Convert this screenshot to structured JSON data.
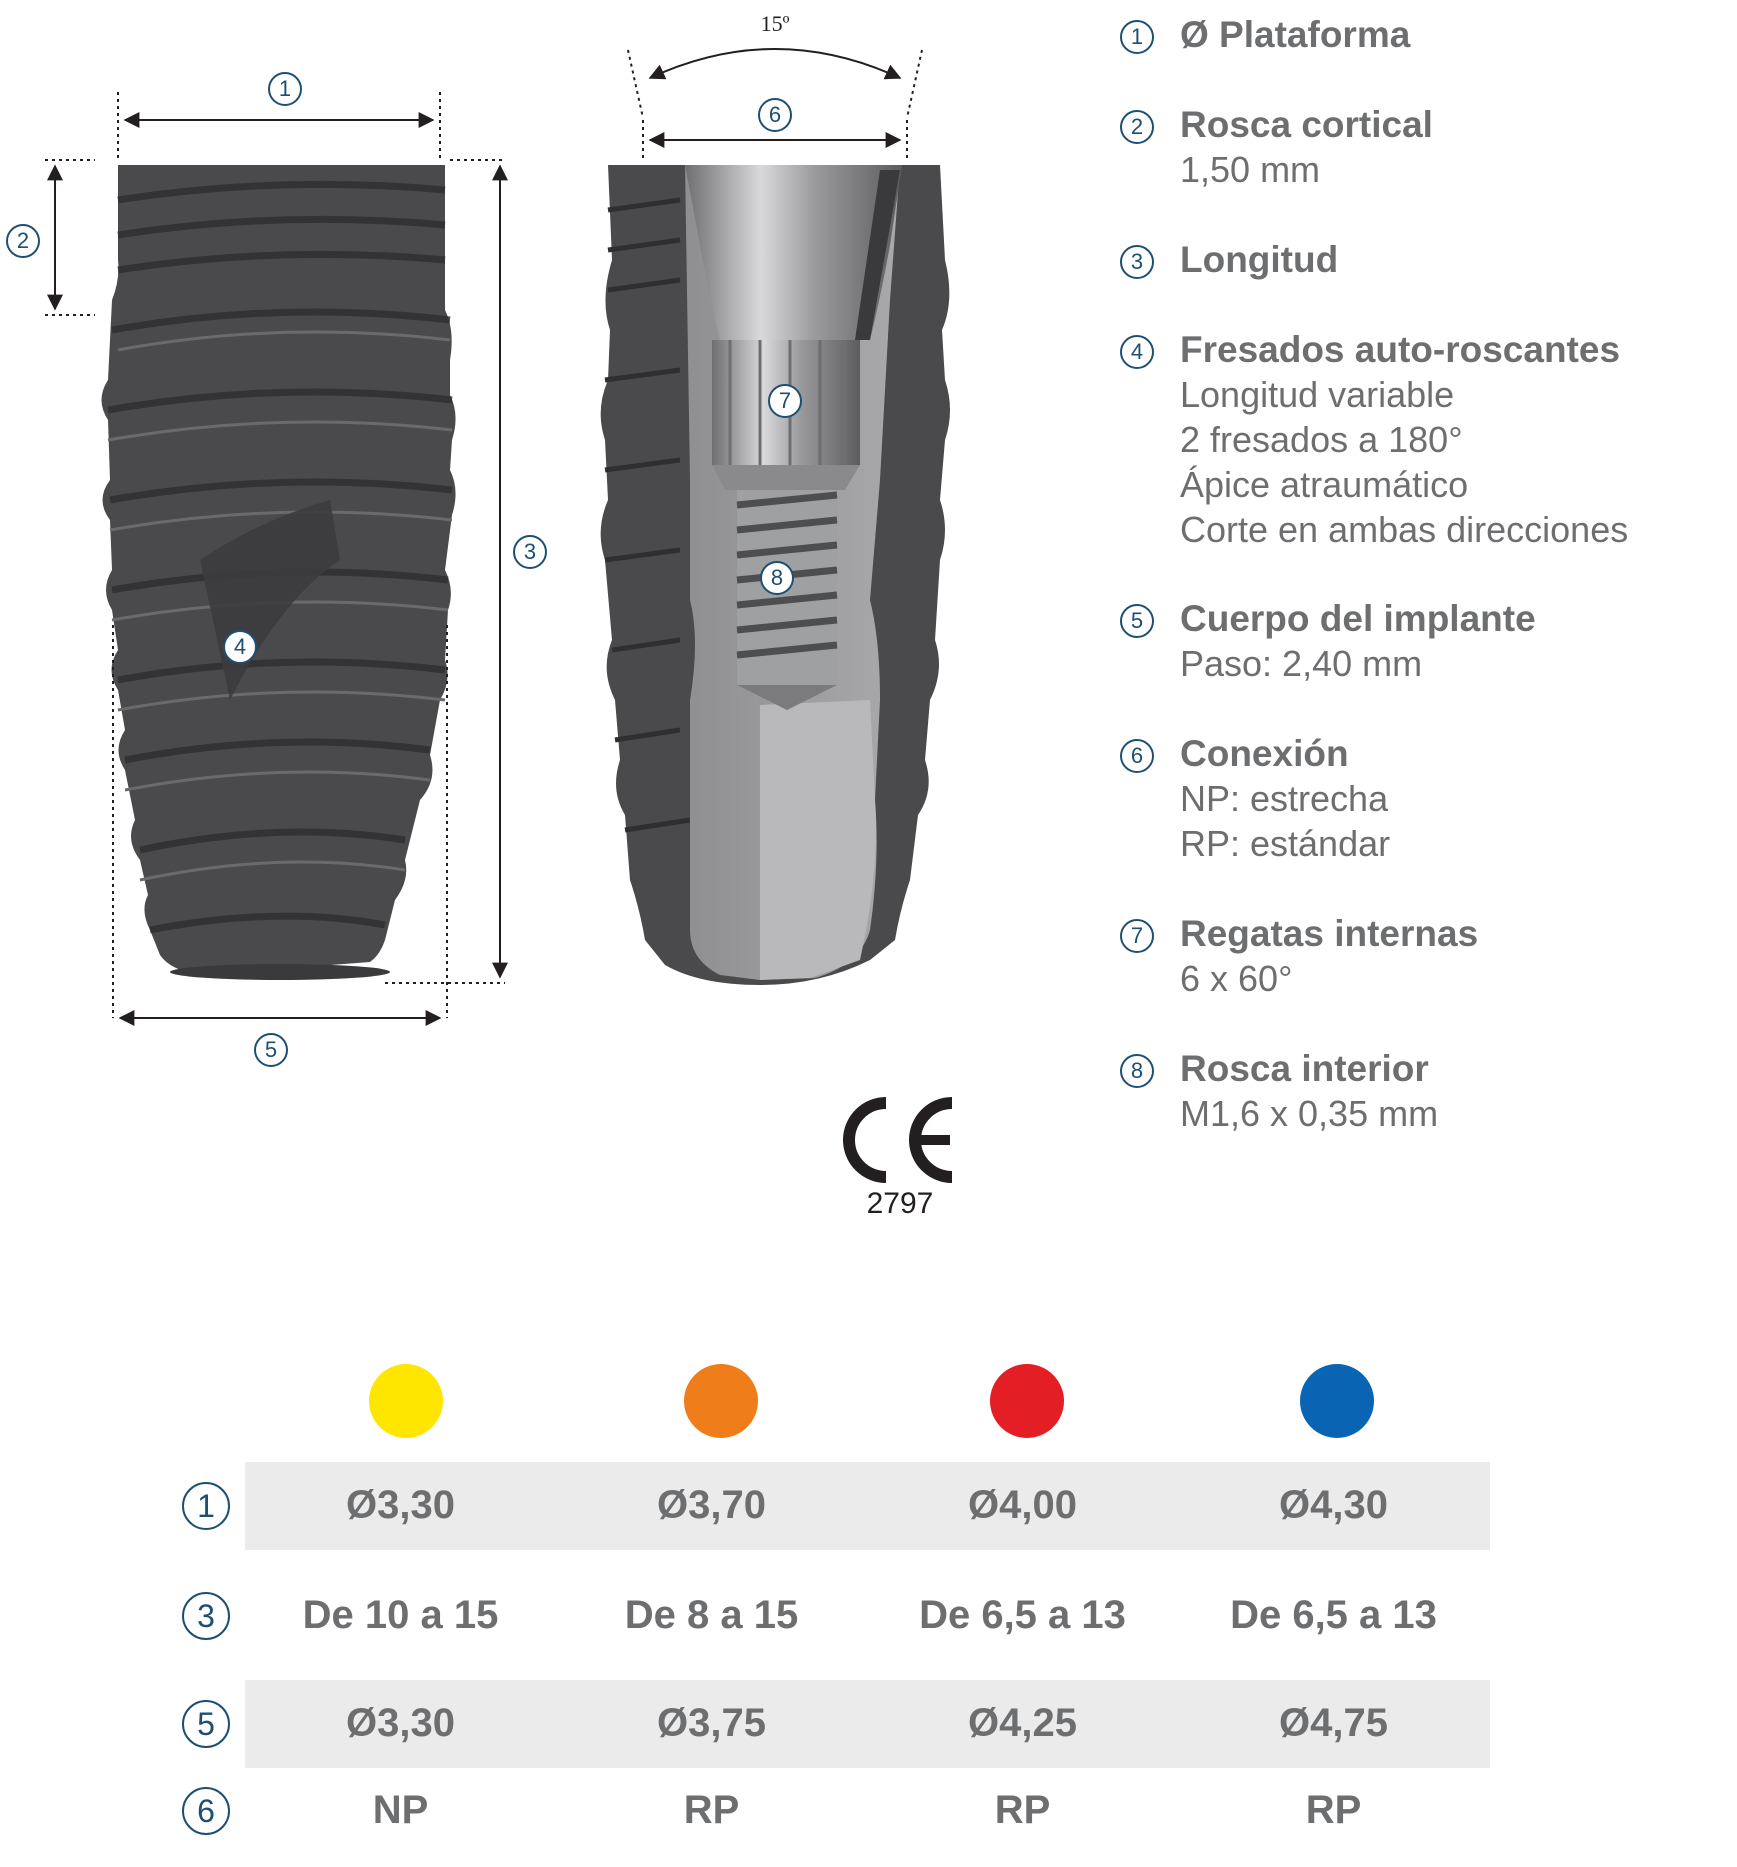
{
  "diagram": {
    "angle_label": "15º",
    "markers": [
      "1",
      "2",
      "3",
      "4",
      "5",
      "6",
      "7",
      "8"
    ]
  },
  "specs": [
    {
      "num": "1",
      "title": "Ø Plataforma",
      "lines": []
    },
    {
      "num": "2",
      "title": "Rosca cortical",
      "lines": [
        "1,50 mm"
      ]
    },
    {
      "num": "3",
      "title": "Longitud",
      "lines": []
    },
    {
      "num": "4",
      "title": "Fresados auto-roscantes",
      "lines": [
        "Longitud variable",
        "2 fresados a 180°",
        "Ápice atraumático",
        "Corte en ambas direcciones"
      ]
    },
    {
      "num": "5",
      "title": "Cuerpo del implante",
      "lines": [
        "Paso: 2,40 mm"
      ]
    },
    {
      "num": "6",
      "title": "Conexión",
      "lines": [
        "NP: estrecha",
        "RP: estándar"
      ]
    },
    {
      "num": "7",
      "title": "Regatas internas",
      "lines": [
        "6 x 60°"
      ]
    },
    {
      "num": "8",
      "title": "Rosca interior",
      "lines": [
        "M1,6 x 0,35 mm"
      ]
    }
  ],
  "ce_mark": {
    "symbol": "CE",
    "number": "2797"
  },
  "color_codes": [
    "#ffe600",
    "#ef7d19",
    "#e31e25",
    "#0a64b4"
  ],
  "table": {
    "rows": [
      {
        "num": "1",
        "cells": [
          "Ø3,30",
          "Ø3,70",
          "Ø4,00",
          "Ø4,30"
        ]
      },
      {
        "num": "3",
        "cells": [
          "De 10 a 15",
          "De 8 a 15",
          "De 6,5 a 13",
          "De 6,5 a 13"
        ]
      },
      {
        "num": "5",
        "cells": [
          "Ø3,30",
          "Ø3,75",
          "Ø4,25",
          "Ø4,75"
        ]
      },
      {
        "num": "6",
        "cells": [
          "NP",
          "RP",
          "RP",
          "RP"
        ]
      }
    ]
  }
}
